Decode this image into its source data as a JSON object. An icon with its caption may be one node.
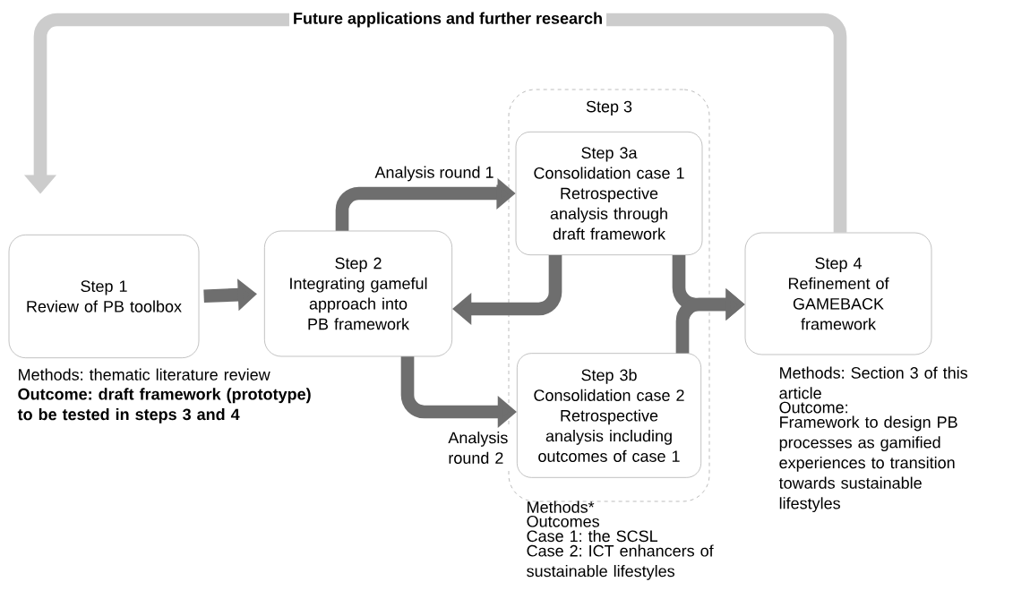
{
  "diagram": {
    "nodes": [
      {
        "text": [
          "Step 1",
          "Review of PB toolbox"
        ],
        "beside": [
          "Methods: thematic literature review",
          "Outcome: draft framework (prototype) to be tested in steps 3 and 4"
        ]
      },
      {
        "text": [
          "Step 2",
          "Integrating gameful approach into PB framework"
        ]
      },
      {
        "text": [
          "Step 3"
        ],
        "beside": [
          "Methods*",
          "Outcomes",
          "Case 1: the SCSL",
          "Case 2: ICT enhancers of sustainable lifestyles"
        ]
      },
      {
        "text": [
          "Step 3a",
          "Consolidation case 1",
          "Retrospective analysis through draft framework"
        ],
        "in": 2
      },
      {
        "text": [
          "Step 3b",
          "Consolidation case 2",
          "Retrospective analysis including outcomes of case 1"
        ],
        "in": 2
      },
      {
        "text": [
          "Step 4",
          "Refinement of GAMEBACK framework"
        ],
        "beside": [
          "Methods: Section 3 of this article",
          "Outcome:",
          "Framework to design PB processes as gamified experiences to transition towards sustainable lifestyles"
        ]
      }
    ],
    "edges": [
      {
        "from": 0,
        "to": 1,
        "arrow": "to"
      },
      {
        "from": 1,
        "to": 3,
        "arrow": "to",
        "label": "Analysis round 1"
      },
      {
        "from": 1,
        "to": 4,
        "arrow": "to",
        "label": "Analysis round 2"
      },
      {
        "from": 3,
        "to": 1,
        "arrow": "to"
      },
      {
        "from": 3,
        "to": 5,
        "arrow": "to"
      },
      {
        "from": 4,
        "to": 5,
        "arrow": "to"
      },
      {
        "from": 5,
        "to": 0,
        "arrow": "to",
        "label": "Future applications and further research",
        "color": "#cccccc"
      }
    ]
  }
}
